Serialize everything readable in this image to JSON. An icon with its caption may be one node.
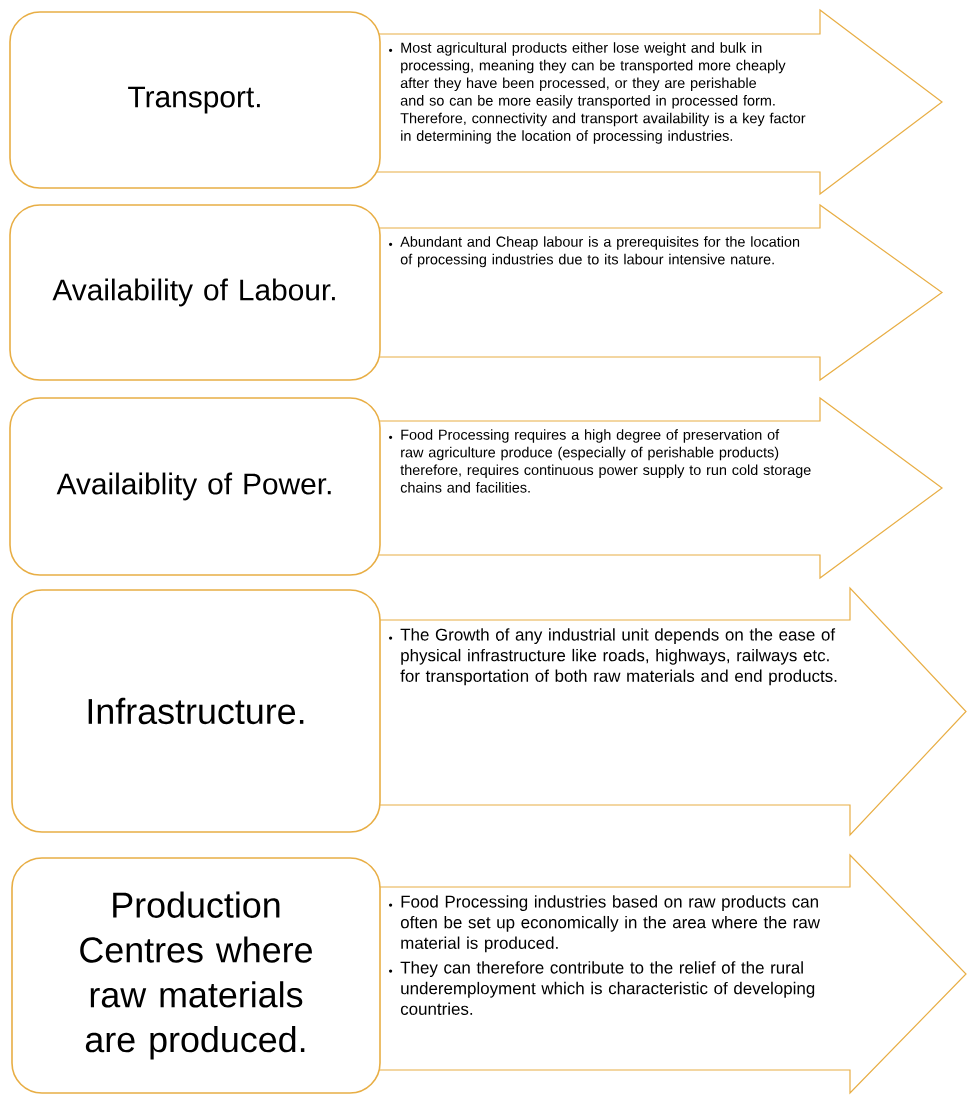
{
  "diagram": {
    "nodes": [
      {
        "text": [
          "Transport."
        ]
      },
      {
        "text": [
          "Most agricultural products either lose weight and bulk in processing, meaning they can be transported more cheaply after they have been processed, or they are perishable and so can be more easily transported in processed form. Therefore, connectivity and transport availability is a key factor in determining the location of processing industries."
        ]
      },
      {
        "text": [
          "Availability of Labour."
        ]
      },
      {
        "text": [
          "Abundant and Cheap labour is a prerequisites for the location of processing industries due to its labour intensive nature."
        ]
      },
      {
        "text": [
          "Availaiblity of Power."
        ]
      },
      {
        "text": [
          "Food Processing requires a high degree of preservation of raw agriculture produce (especially of perishable products) therefore, requires continuous power supply to run cold storage chains and facilities."
        ]
      },
      {
        "text": [
          "Infrastructure."
        ]
      },
      {
        "text": [
          "The Growth of any industrial unit depends on the ease of physical infrastructure like roads, highways, railways etc. for transportation of both raw materials and end products."
        ]
      },
      {
        "text": [
          "Production Centres where raw materials are produced."
        ]
      },
      {
        "text": [
          "Food Processing industries based on raw products can often be set up economically in the area where the raw material is produced.",
          "They can therefore contribute to the relief of the rural underemployment which is characteristic of developing countries."
        ]
      }
    ]
  }
}
